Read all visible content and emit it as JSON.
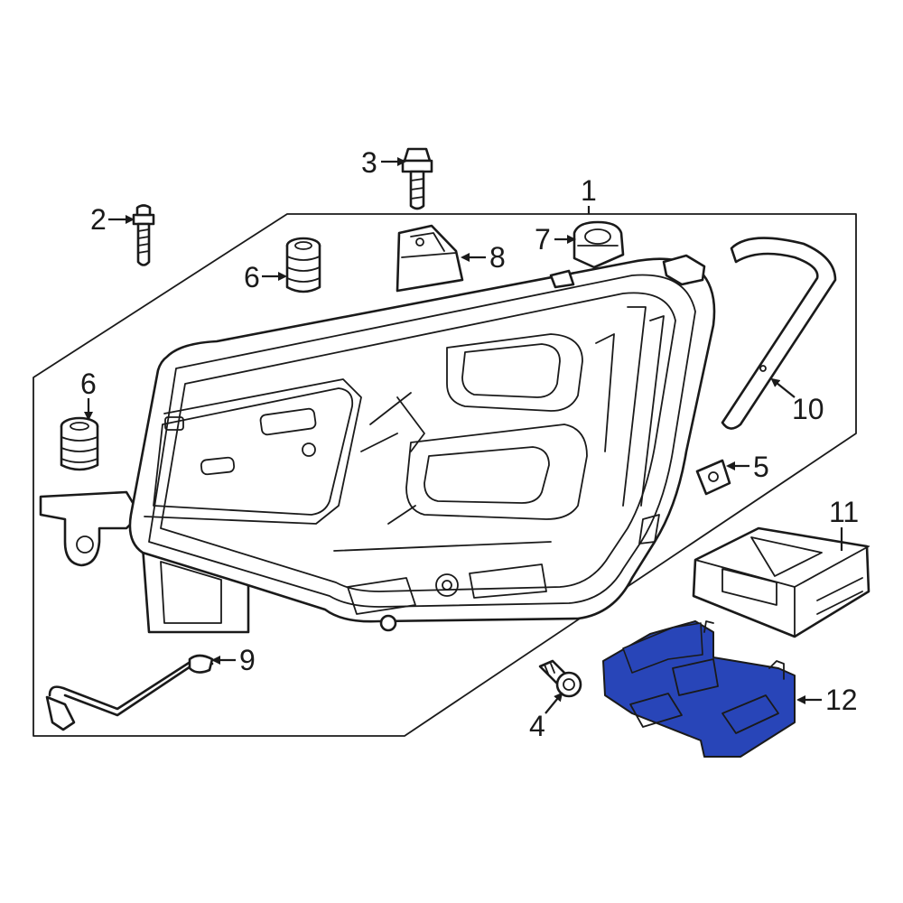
{
  "diagram": {
    "highlight_color": "#2845b8",
    "callouts": [
      {
        "id": "c1",
        "label": "1"
      },
      {
        "id": "c2",
        "label": "2"
      },
      {
        "id": "c3",
        "label": "3"
      },
      {
        "id": "c4",
        "label": "4"
      },
      {
        "id": "c5",
        "label": "5"
      },
      {
        "id": "c6a",
        "label": "6"
      },
      {
        "id": "c6b",
        "label": "6"
      },
      {
        "id": "c7",
        "label": "7"
      },
      {
        "id": "c8",
        "label": "8"
      },
      {
        "id": "c9",
        "label": "9"
      },
      {
        "id": "c10",
        "label": "10"
      },
      {
        "id": "c11",
        "label": "11"
      },
      {
        "id": "c12",
        "label": "12"
      }
    ]
  }
}
